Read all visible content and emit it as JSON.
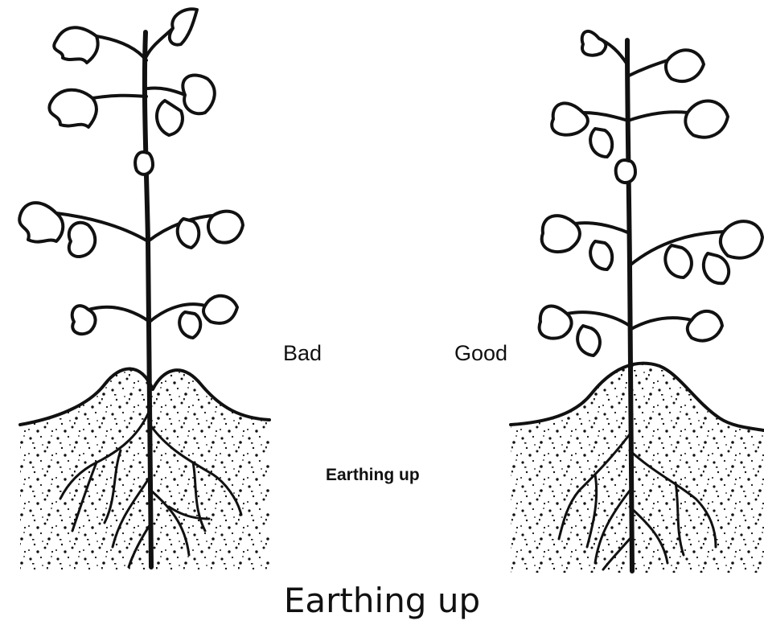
{
  "labels": {
    "bad": "Bad",
    "good": "Good",
    "inner_caption": "Earthing up"
  },
  "caption": "Earthing up",
  "colors": {
    "ink": "#111111",
    "paper": "#ffffff"
  }
}
